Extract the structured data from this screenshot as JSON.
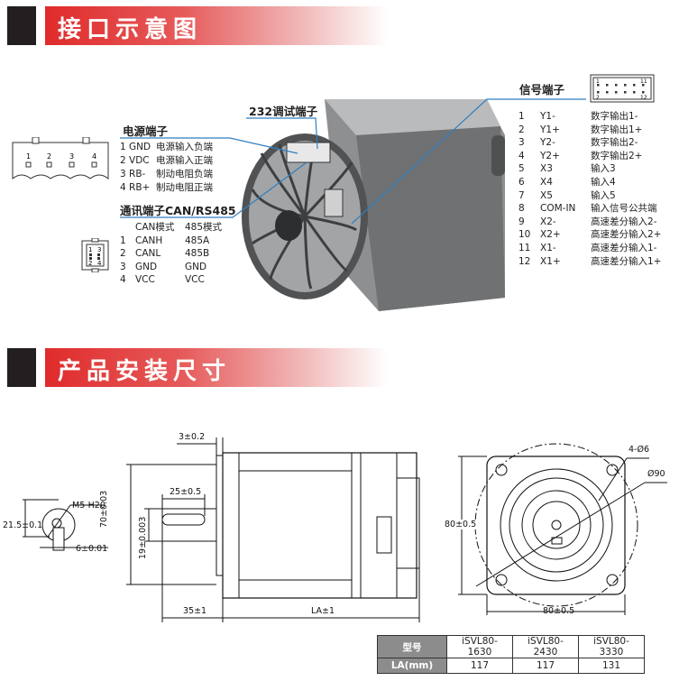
{
  "section1": {
    "title": "接口示意图"
  },
  "power": {
    "title": "电源端子",
    "pins": [
      "1",
      "2",
      "3",
      "4"
    ],
    "rows": [
      {
        "pin": "1 GND",
        "desc": "电源输入负端"
      },
      {
        "pin": "2 VDC",
        "desc": "电源输入正端"
      },
      {
        "pin": "3 RB-",
        "desc": "制动电阻负端"
      },
      {
        "pin": "4 RB+",
        "desc": "制动电阻正端"
      }
    ]
  },
  "debug": {
    "title": "232调试端子"
  },
  "comm": {
    "title": "通讯端子CAN/RS485",
    "header": [
      "CAN模式",
      "485模式"
    ],
    "pins": [
      "1",
      "3",
      "2",
      "4"
    ],
    "rows": [
      {
        "no": "1",
        "can": "CANH",
        "rs485": "485A"
      },
      {
        "no": "2",
        "can": "CANL",
        "rs485": "485B"
      },
      {
        "no": "3",
        "can": "GND",
        "rs485": "GND"
      },
      {
        "no": "4",
        "can": "VCC",
        "rs485": "VCC"
      }
    ]
  },
  "signal": {
    "title": "信号端子",
    "pins": [
      "1",
      "11",
      "2",
      "12"
    ],
    "rows": [
      {
        "no": "1",
        "name": "Y1-",
        "desc": "数字输出1-"
      },
      {
        "no": "2",
        "name": "Y1+",
        "desc": "数字输出1+"
      },
      {
        "no": "3",
        "name": "Y2-",
        "desc": "数字输出2-"
      },
      {
        "no": "4",
        "name": "Y2+",
        "desc": "数字输出2+"
      },
      {
        "no": "5",
        "name": "X3",
        "desc": "输入3"
      },
      {
        "no": "6",
        "name": "X4",
        "desc": "输入4"
      },
      {
        "no": "7",
        "name": "X5",
        "desc": "输入5"
      },
      {
        "no": "8",
        "name": "COM-IN",
        "desc": "输入信号公共端"
      },
      {
        "no": "9",
        "name": "X2-",
        "desc": "高速差分输入2-"
      },
      {
        "no": "10",
        "name": "X2+",
        "desc": "高速差分输入2+"
      },
      {
        "no": "11",
        "name": "X1-",
        "desc": "高速差分输入1-"
      },
      {
        "no": "12",
        "name": "X1+",
        "desc": "高速差分输入1+"
      }
    ]
  },
  "section2": {
    "title": "产品安装尺寸"
  },
  "dims": {
    "shaft_thread": "M5-H20",
    "shaft_height": "21.5±0.1",
    "key_width": "6±0.01",
    "flange_thickness": "3±0.2",
    "key_length": "25±0.5",
    "pilot_dia": "70±0.03",
    "shaft_dia": "19±0.003",
    "shaft_length": "35±1",
    "body_length": "LA±1",
    "holes": "4-Ø6",
    "pcd": "Ø90",
    "height": "80±0.5",
    "width": "80±0.5"
  },
  "spec_table": {
    "header_label": "型号",
    "row_label": "LA(mm)",
    "models": [
      "iSVL80-1630",
      "iSVL80-2430",
      "iSVL80-3330"
    ],
    "la": [
      "117",
      "117",
      "131"
    ]
  },
  "colors": {
    "accent": "#e02b2b",
    "leader": "#2f7fc1"
  }
}
